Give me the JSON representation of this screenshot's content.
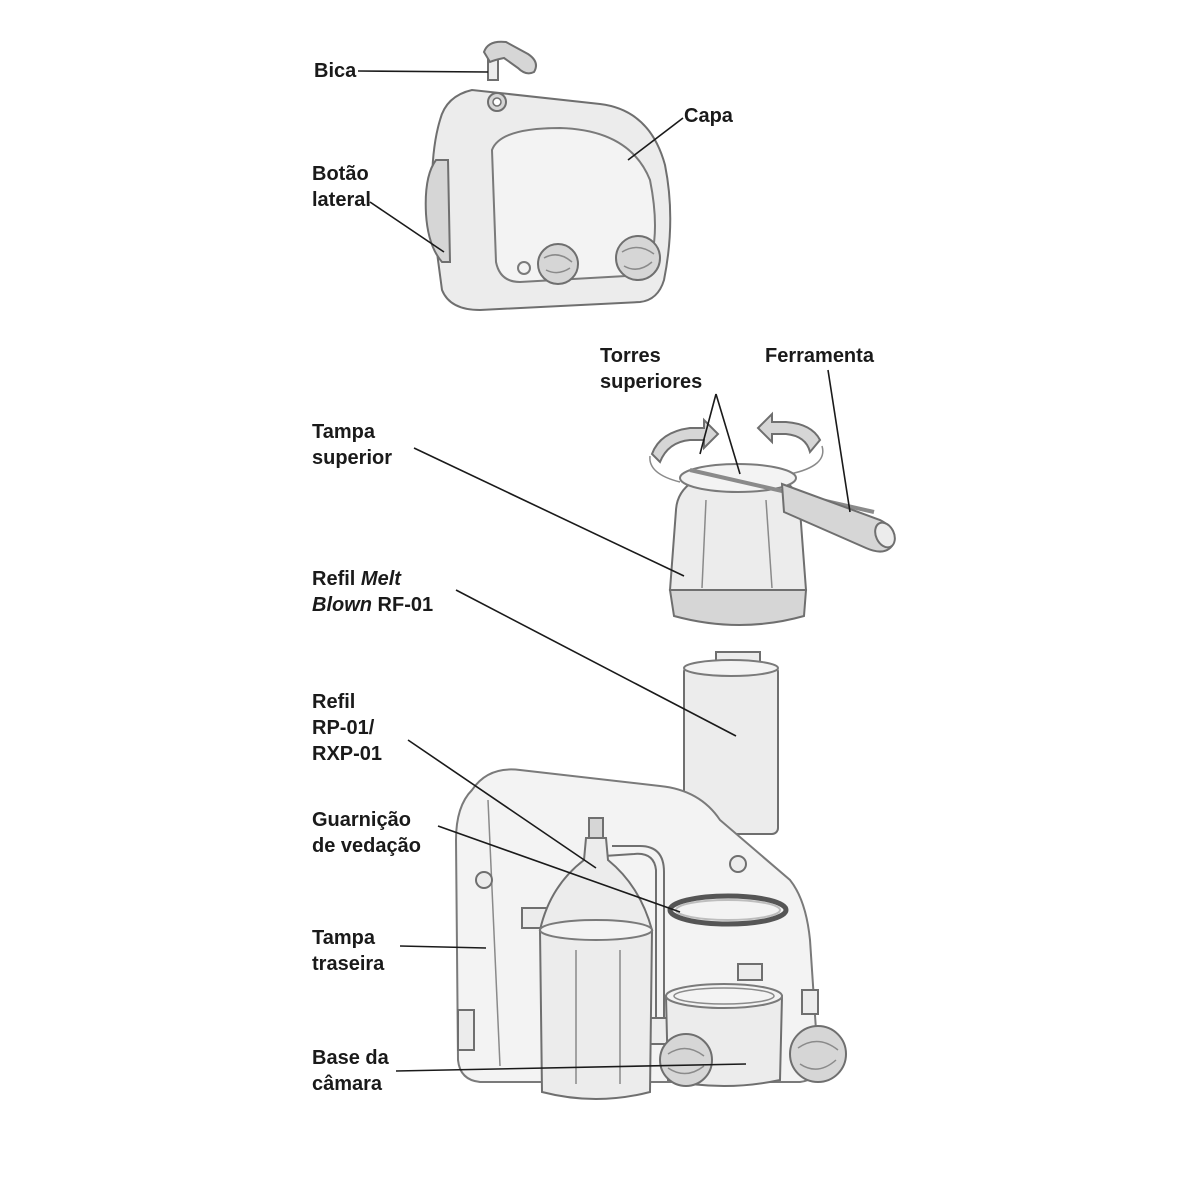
{
  "labels": {
    "bica": "Bica",
    "capa": "Capa",
    "botao_lateral_1": "Botão",
    "botao_lateral_2": "lateral",
    "torres_1": "Torres",
    "torres_2": "superiores",
    "ferramenta": "Ferramenta",
    "tampa_superior_1": "Tampa",
    "tampa_superior_2": "superior",
    "refil_melt_1a": "Refil ",
    "refil_melt_1b": "Melt",
    "refil_melt_2a": "Blown",
    "refil_melt_2b": " RF-01",
    "refil_rp_1": "Refil",
    "refil_rp_2": "RP-01/",
    "refil_rp_3": "RXP-01",
    "guarnicao_1": "Guarnição",
    "guarnicao_2": "de vedação",
    "tampa_traseira_1": "Tampa",
    "tampa_traseira_2": "traseira",
    "base_camara_1": "Base da",
    "base_camara_2": "câmara"
  }
}
